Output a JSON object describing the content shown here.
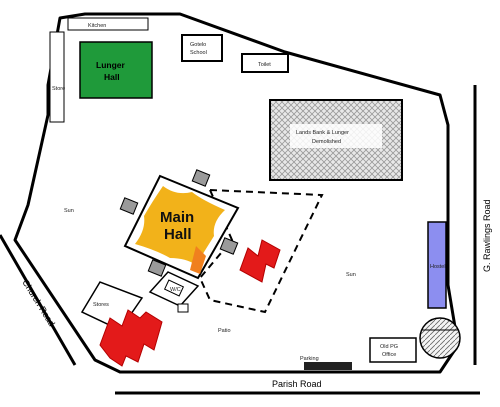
{
  "map": {
    "main_hall": {
      "line1": "Main",
      "line2": "Hall"
    },
    "lunger_hall": {
      "line1": "Lunger",
      "line2": "Hall"
    },
    "school": {
      "line1": "Gotelo",
      "line2": "School"
    },
    "kitchen": "Kitchen",
    "store_top": "Store",
    "demolished": {
      "line1": "Lands Bank & Lunger",
      "line2": "Demolished"
    },
    "toilet": "Toilet",
    "old_pg_office": {
      "line1": "Old PG",
      "line2": "Office"
    },
    "stores": "Stores",
    "hostel": "Hostel",
    "wc": "W/C",
    "sun_left": "Sun",
    "sun_right": "Sun",
    "patio": "Patio",
    "parking": "Parking",
    "roads": {
      "church": "Church Road",
      "rawlings": "G. Rawlings Road",
      "parish": "Parish Road"
    }
  }
}
